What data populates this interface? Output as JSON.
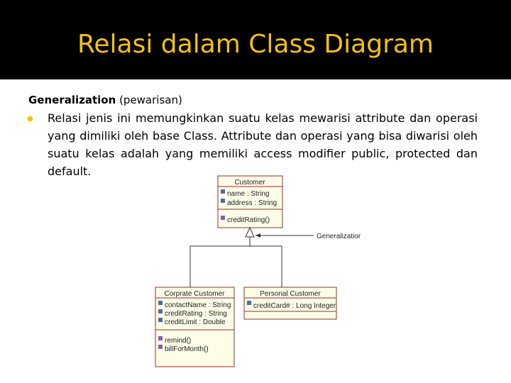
{
  "slide": {
    "title": "Relasi dalam Class Diagram",
    "heading_bold": "Generalization",
    "heading_rest": " (pewarisan)",
    "bullet_text": "Relasi jenis ini memungkinkan suatu kelas mewarisi attribute dan operasi yang dimiliki oleh base Class. Attribute dan operasi yang bisa diwarisi oleh suatu kelas adalah yang memiliki access modifier public, protected dan default."
  },
  "diagram": {
    "customer": {
      "name": "Customer",
      "attributes": [
        "name : String",
        "address : String"
      ],
      "operations": [
        "creditRating()"
      ]
    },
    "corporate": {
      "name": "Corprate Customer",
      "attributes": [
        "contactName : String",
        "creditRating : String",
        "creditLimit : Double"
      ],
      "operations": [
        "remind()",
        "billForMonth()"
      ]
    },
    "personal": {
      "name": "Personal Customer",
      "attributes": [
        "creditCard# : Long Integer"
      ],
      "operations": []
    },
    "generalization_label": "Generalizatior"
  },
  "colors": {
    "title": "#f4c20d",
    "bullet": "#f4c20d",
    "class_fill": "#fdfde8",
    "class_border": "#9b2c2c"
  }
}
